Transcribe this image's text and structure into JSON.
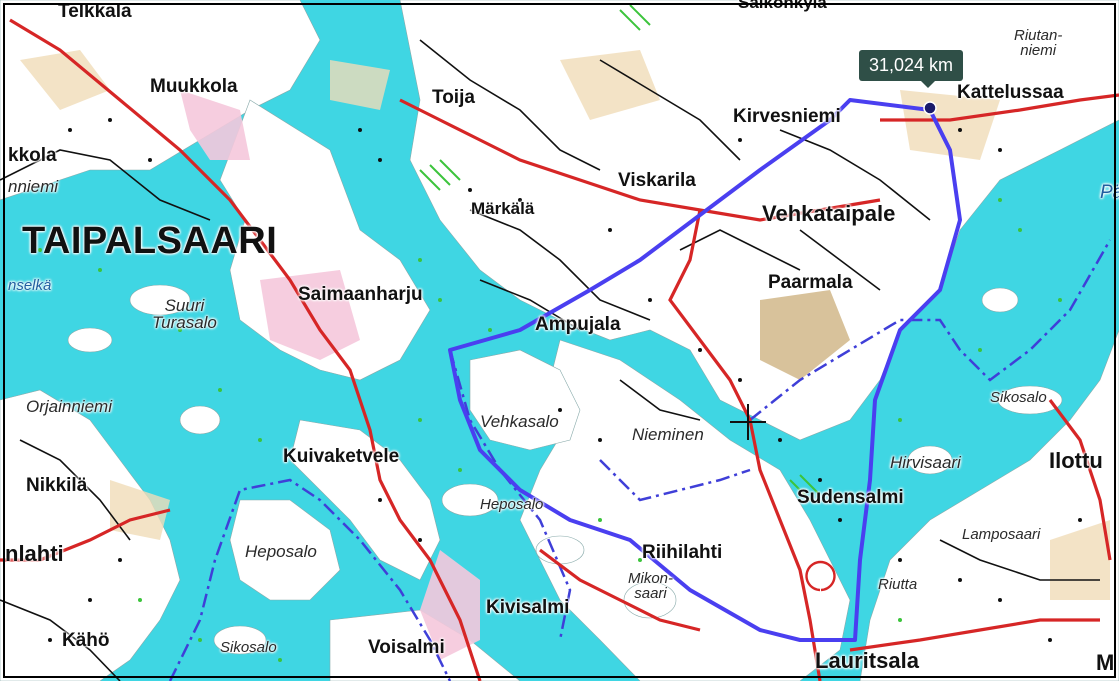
{
  "distance_readout": "31,024 km",
  "colors": {
    "water": "#3fd6e3",
    "land": "#ffffff",
    "forest": "#f2e6d0",
    "roads_main": "#d62626",
    "route": "#4a3ff0",
    "border": "#3f3fd8"
  },
  "labels": {
    "telkkala": "Telkkala",
    "muukkola": "Muukkola",
    "toija": "Toija",
    "kirvesniemi": "Kirvesniemi",
    "kattelussaa": "Kattelussaa",
    "riutanniemi": "Riutan-\nniemi",
    "kkola": "kkola",
    "nniemi": "nniemi",
    "viskarila": "Viskarila",
    "markala": "Märkälä",
    "vehkataipale": "Vehkataipale",
    "taipalsaari": "TAIPALSAARI",
    "nselka": "nselkä",
    "saimaanharju": "Saimaanharju",
    "paarmala": "Paarmala",
    "suuri_turasalo": "Suuri\nTurasalo",
    "ampujala": "Ampujala",
    "orjainniemi": "Orjainniemi",
    "vehkasalo": "Vehkasalo",
    "nieminen": "Nieminen",
    "sikosalo_right": "Sikosalo",
    "kuivaketvele": "Kuivaketvele",
    "hirvisaari": "Hirvisaari",
    "ilottu": "Ilottu",
    "nikkila": "Nikkilä",
    "sudensalmi": "Sudensalmi",
    "heposalo_mid": "Heposalo",
    "lamposaari": "Lamposaari",
    "nlahti": "nlahti",
    "heposalo_left": "Heposalo",
    "riihilahti": "Riihilahti",
    "mikonsaari": "Mikon-\nsaari",
    "riutta": "Riutta",
    "kivisalmi": "Kivisalmi",
    "kaho": "Kähö",
    "sikosalo_bottom": "Sikosalo",
    "voisalmi": "Voisalmi",
    "lauritsala": "Lauritsala",
    "pa": "Pä",
    "m": "M",
    "saikonkyla": "Saikonkylä"
  }
}
